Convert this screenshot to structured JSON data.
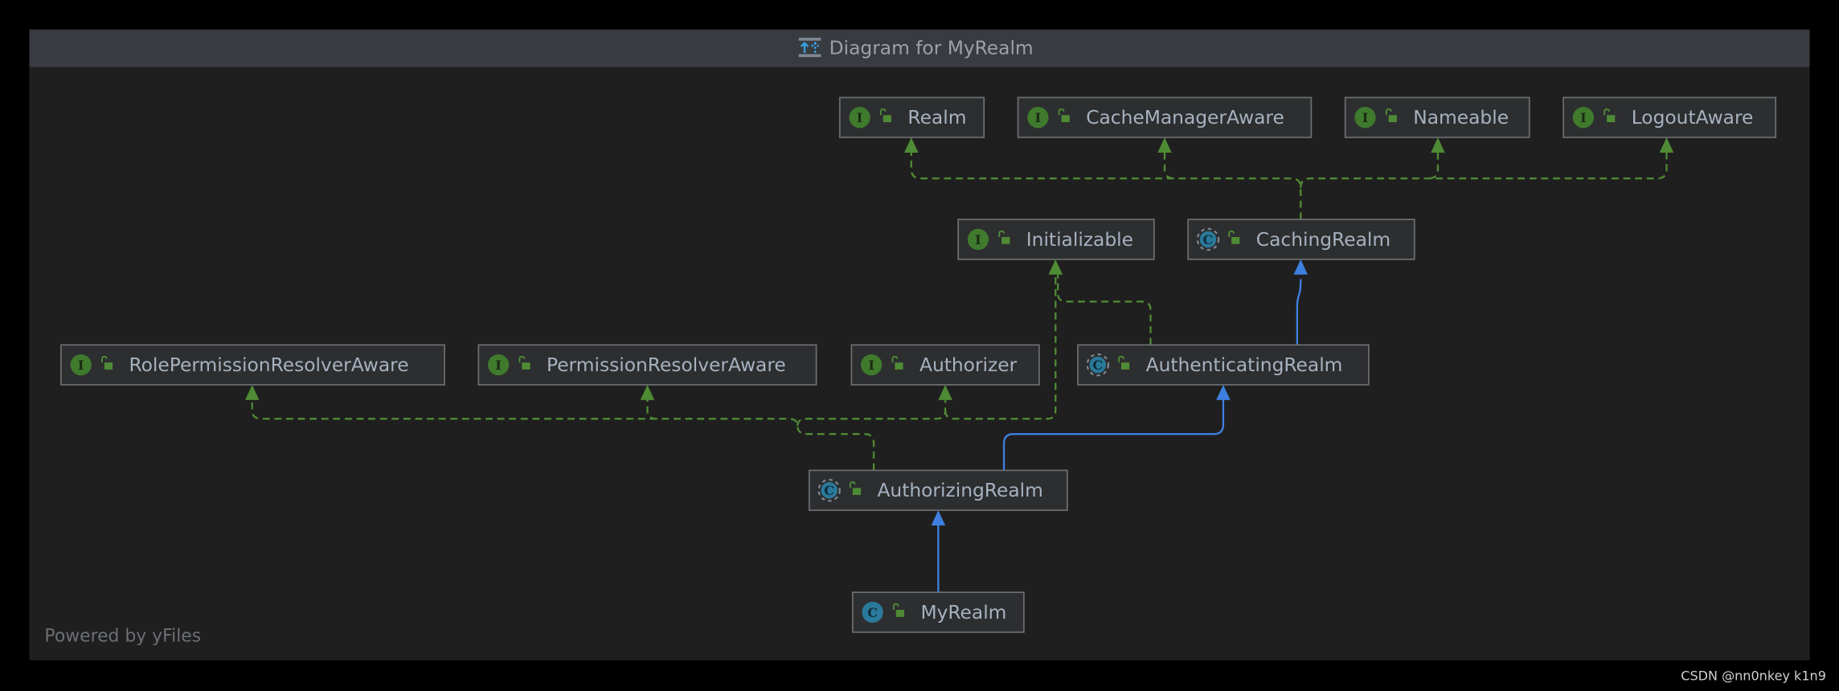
{
  "window": {
    "title": "Diagram for MyRealm",
    "title_icon": "diagram-hierarchy-icon",
    "footer": "Powered by yFiles"
  },
  "watermark": "CSDN @nn0nkey k1n9",
  "colors": {
    "interface_badge": "#3f7a2d",
    "class_badge": "#2a7a9b",
    "implements_edge": "#4f8a35",
    "extends_edge": "#3f7fe0"
  },
  "nodes": {
    "realm": {
      "name": "Realm",
      "kind": "interface",
      "badge": "I"
    },
    "cache_manager_aware": {
      "name": "CacheManagerAware",
      "kind": "interface",
      "badge": "I"
    },
    "nameable": {
      "name": "Nameable",
      "kind": "interface",
      "badge": "I"
    },
    "logout_aware": {
      "name": "LogoutAware",
      "kind": "interface",
      "badge": "I"
    },
    "initializable": {
      "name": "Initializable",
      "kind": "interface",
      "badge": "I"
    },
    "caching_realm": {
      "name": "CachingRealm",
      "kind": "abstract-class",
      "badge": "C"
    },
    "role_permission_resolver_aware": {
      "name": "RolePermissionResolverAware",
      "kind": "interface",
      "badge": "I"
    },
    "permission_resolver_aware": {
      "name": "PermissionResolverAware",
      "kind": "interface",
      "badge": "I"
    },
    "authorizer": {
      "name": "Authorizer",
      "kind": "interface",
      "badge": "I"
    },
    "authenticating_realm": {
      "name": "AuthenticatingRealm",
      "kind": "abstract-class",
      "badge": "C"
    },
    "authorizing_realm": {
      "name": "AuthorizingRealm",
      "kind": "abstract-class",
      "badge": "C"
    },
    "my_realm": {
      "name": "MyRealm",
      "kind": "class",
      "badge": "C"
    }
  },
  "edges": [
    {
      "from": "CachingRealm",
      "to": "Realm",
      "type": "implements"
    },
    {
      "from": "CachingRealm",
      "to": "CacheManagerAware",
      "type": "implements"
    },
    {
      "from": "CachingRealm",
      "to": "Nameable",
      "type": "implements"
    },
    {
      "from": "CachingRealm",
      "to": "LogoutAware",
      "type": "implements"
    },
    {
      "from": "AuthenticatingRealm",
      "to": "Initializable",
      "type": "implements"
    },
    {
      "from": "AuthenticatingRealm",
      "to": "CachingRealm",
      "type": "extends"
    },
    {
      "from": "AuthorizingRealm",
      "to": "RolePermissionResolverAware",
      "type": "implements"
    },
    {
      "from": "AuthorizingRealm",
      "to": "PermissionResolverAware",
      "type": "implements"
    },
    {
      "from": "AuthorizingRealm",
      "to": "Authorizer",
      "type": "implements"
    },
    {
      "from": "AuthorizingRealm",
      "to": "Initializable",
      "type": "implements"
    },
    {
      "from": "AuthorizingRealm",
      "to": "AuthenticatingRealm",
      "type": "extends"
    },
    {
      "from": "MyRealm",
      "to": "AuthorizingRealm",
      "type": "extends"
    }
  ]
}
